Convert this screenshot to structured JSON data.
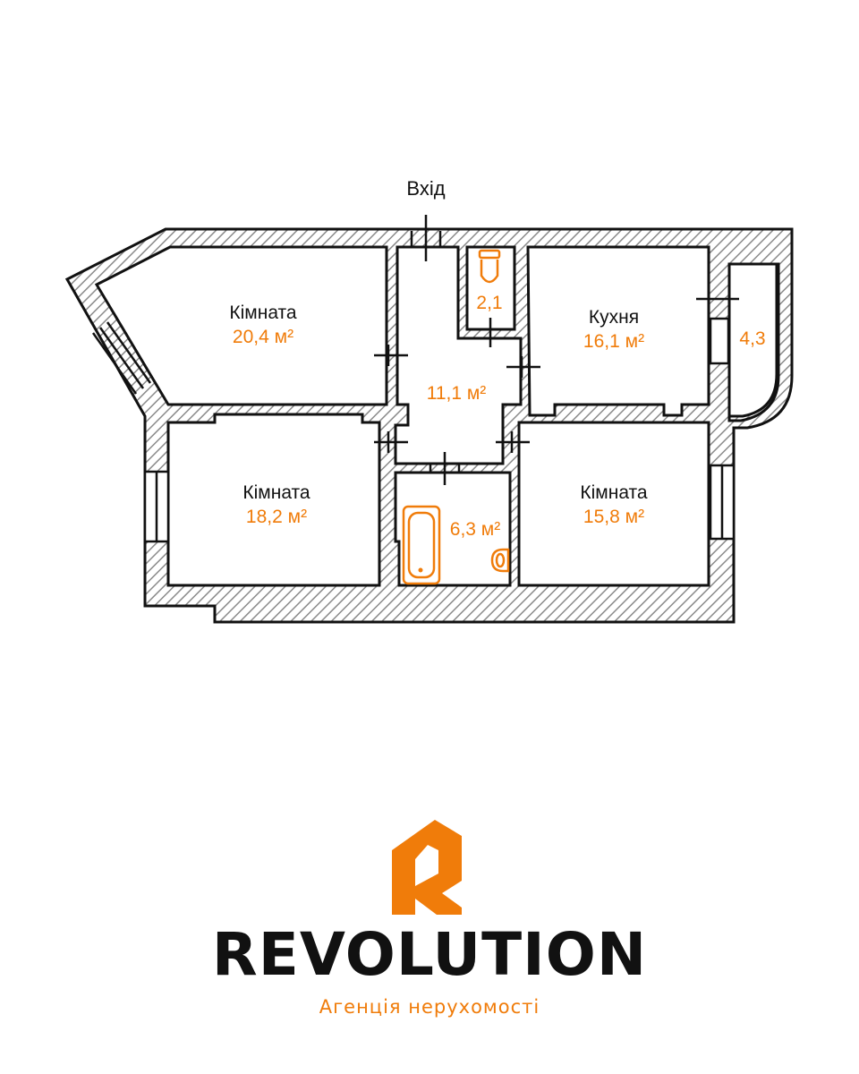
{
  "colors": {
    "accent": "#F07C0A",
    "text": "#111111",
    "wall_hatch": "#8a8a8a"
  },
  "entrance_label": "Вхід",
  "rooms": [
    {
      "id": "room-1",
      "name": "Кімната",
      "area": "20,4 м²"
    },
    {
      "id": "room-2",
      "name": "Кімната",
      "area": "18,2 м²"
    },
    {
      "id": "corridor",
      "name": "",
      "area": "11,1 м²"
    },
    {
      "id": "toilet",
      "name": "",
      "area": "2,1"
    },
    {
      "id": "kitchen",
      "name": "Кухня",
      "area": "16,1 м²"
    },
    {
      "id": "balcony",
      "name": "",
      "area": "4,3"
    },
    {
      "id": "bathroom",
      "name": "",
      "area": "6,3 м²"
    },
    {
      "id": "room-3",
      "name": "Кімната",
      "area": "15,8 м²"
    }
  ],
  "brand": {
    "name": "REVOLUTION",
    "tagline": "Агенція нерухомості",
    "logo_icon": "house-r-logo-icon"
  }
}
